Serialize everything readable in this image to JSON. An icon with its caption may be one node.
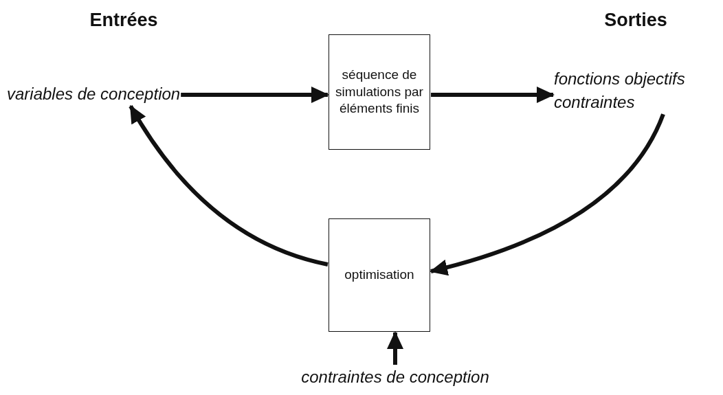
{
  "diagram": {
    "nodes": [
      {
        "text": [
          "variables de conception"
        ]
      },
      {
        "text": [
          "séquence de simulations par éléments finis"
        ]
      },
      {
        "text": [
          "fonctions objectifs",
          "contraintes"
        ]
      },
      {
        "text": [
          "optimisation"
        ]
      },
      {
        "text": [
          "contraintes de conception"
        ]
      }
    ],
    "edges": [
      {
        "from": 0,
        "to": 1,
        "arrow": "to"
      },
      {
        "from": 1,
        "to": 2,
        "arrow": "to"
      },
      {
        "from": 2,
        "to": 3,
        "arrow": "to"
      },
      {
        "from": 3,
        "to": 0,
        "arrow": "to"
      },
      {
        "from": 4,
        "to": 3,
        "arrow": "to"
      }
    ],
    "labels": [
      "Entrées",
      "Sorties"
    ]
  }
}
